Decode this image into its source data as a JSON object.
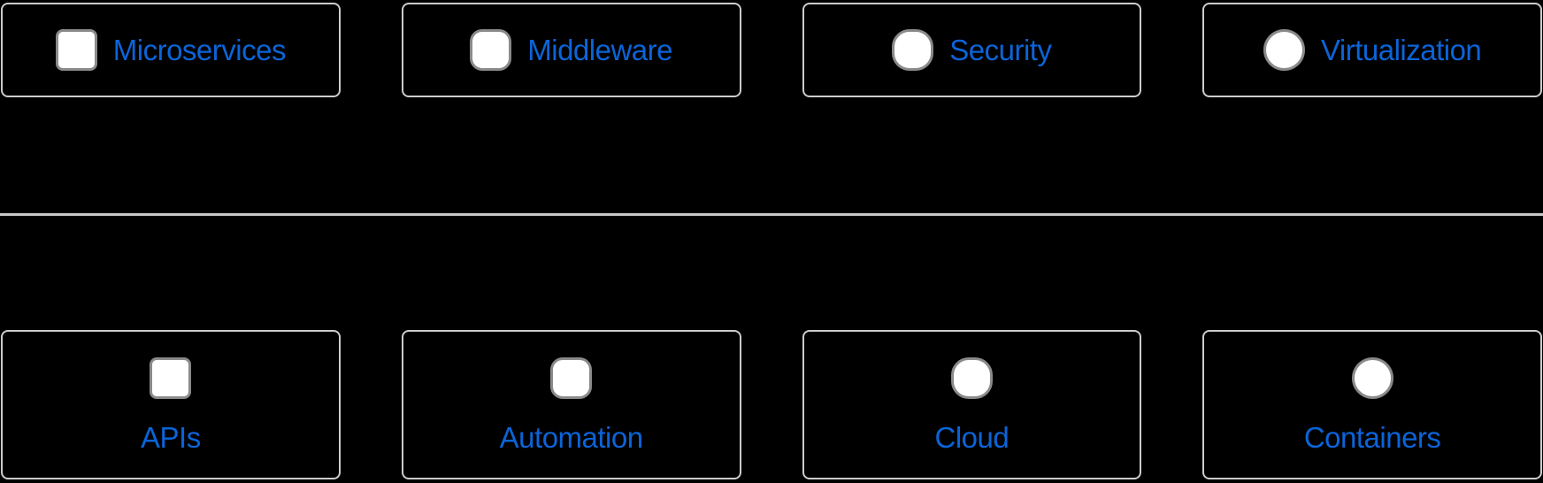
{
  "page": {
    "background_color": "#000000"
  },
  "colors": {
    "tile_border": "#cccccc",
    "label_blue": "#0b64d8",
    "icon_fill": "#ffffff",
    "icon_border": "#8a8a8a",
    "divider": "#c8c8c8"
  },
  "sections": [
    {
      "name": "horizontal-tiles",
      "layout": "icon-left",
      "tiles": [
        {
          "label": "Microservices",
          "icon": "rounded-square-sm-icon"
        },
        {
          "label": "Middleware",
          "icon": "rounded-square-md-icon"
        },
        {
          "label": "Security",
          "icon": "rounded-square-lg-icon"
        },
        {
          "label": "Virtualization",
          "icon": "circle-icon"
        }
      ]
    },
    {
      "name": "stacked-tiles",
      "layout": "icon-top",
      "tiles": [
        {
          "label": "APIs",
          "icon": "rounded-square-sm-icon"
        },
        {
          "label": "Automation",
          "icon": "rounded-square-md-icon"
        },
        {
          "label": "Cloud",
          "icon": "rounded-square-lg-icon"
        },
        {
          "label": "Containers",
          "icon": "circle-icon"
        }
      ]
    }
  ],
  "divider": {
    "type": "horizontal-rule"
  }
}
